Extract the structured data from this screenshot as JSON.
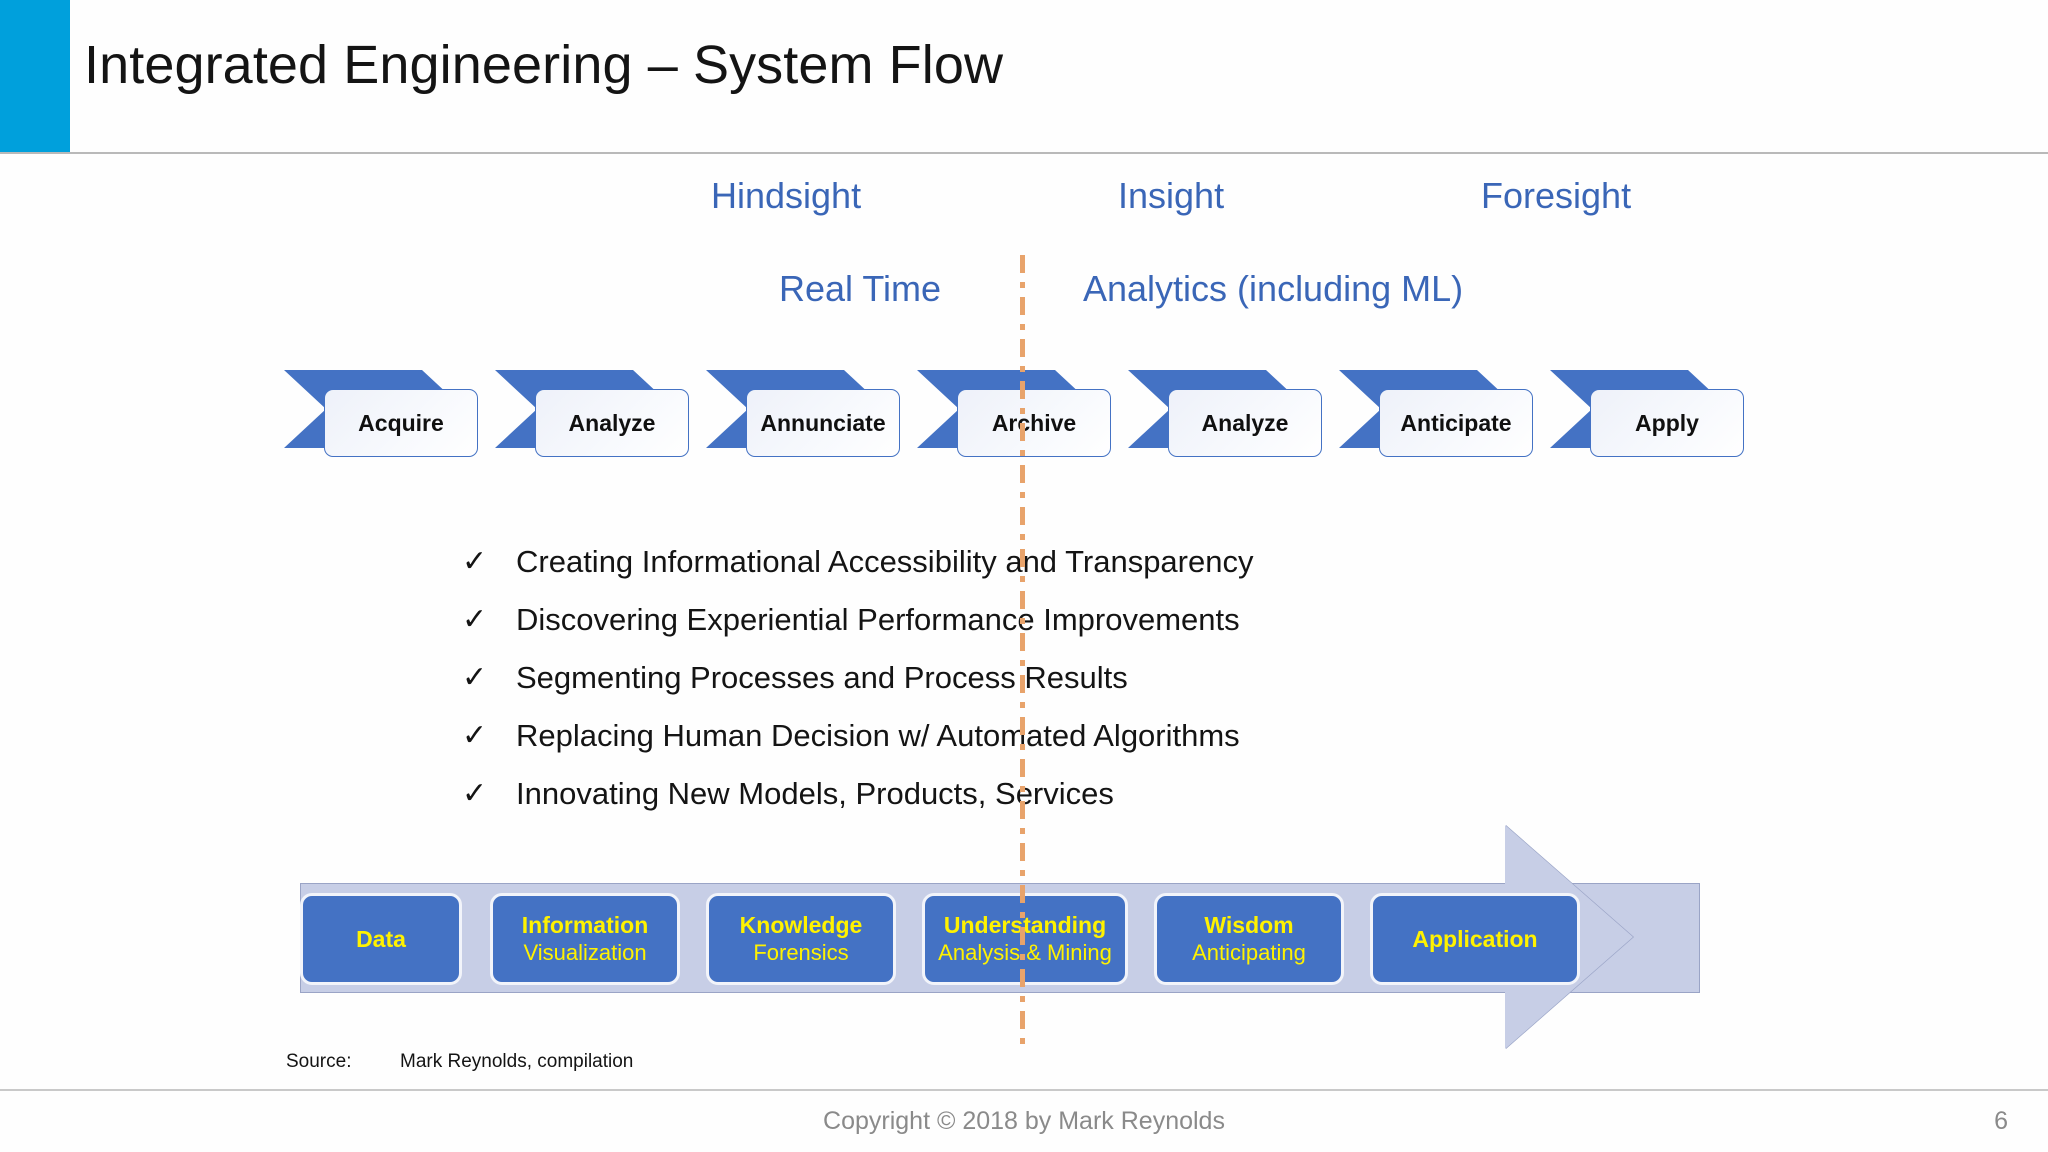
{
  "slide": {
    "title": "Integrated Engineering – System Flow",
    "page_number": "6",
    "accent_color": "#00A0DC",
    "chevron_color": "#4472C4",
    "label_color": "#3A66B7",
    "divider_color": "#E8A36B",
    "dikw_band_color": "#C7CEE6",
    "dikw_box_color": "#4472C4",
    "dikw_text_color": "#FFF200"
  },
  "phase_labels": {
    "hindsight": "Hindsight",
    "insight": "Insight",
    "foresight": "Foresight",
    "real_time": "Real Time",
    "analytics": "Analytics (including ML)"
  },
  "flow_steps": [
    {
      "label": "Acquire"
    },
    {
      "label": "Analyze"
    },
    {
      "label": "Annunciate"
    },
    {
      "label": "Archive"
    },
    {
      "label": "Analyze"
    },
    {
      "label": "Anticipate"
    },
    {
      "label": "Apply"
    }
  ],
  "checklist": {
    "mark": "✓",
    "items": [
      "Creating Informational Accessibility and Transparency",
      "Discovering Experiential Performance Improvements",
      "Segmenting Processes and Process Results",
      "Replacing Human Decision w/ Automated Algorithms",
      "Innovating New Models, Products, Services"
    ]
  },
  "dikw": [
    {
      "title": "Data",
      "subtitle": ""
    },
    {
      "title": "Information",
      "subtitle": "Visualization"
    },
    {
      "title": "Knowledge",
      "subtitle": "Forensics"
    },
    {
      "title": "Understanding",
      "subtitle": "Analysis & Mining"
    },
    {
      "title": "Wisdom",
      "subtitle": "Anticipating"
    },
    {
      "title": "Application",
      "subtitle": ""
    }
  ],
  "source": {
    "label": "Source:",
    "value": "Mark Reynolds, compilation"
  },
  "footer": {
    "copyright": "Copyright © 2018 by Mark Reynolds"
  }
}
